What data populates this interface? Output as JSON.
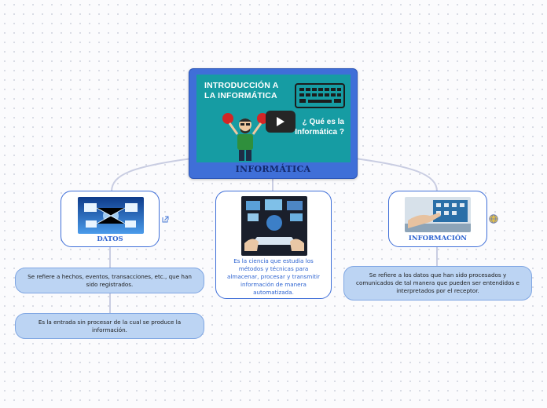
{
  "root": {
    "label": "INFORMÁTICA",
    "video": {
      "title": "INTRODUCCIÓN A\nLA INFORMÁTICA",
      "question": "¿ Qué es la\nInformática ?"
    }
  },
  "nodes": {
    "datos": {
      "label": "DATOS"
    },
    "center": {
      "text": "Es la ciencia que estudia los métodos y técnicas para almacenar, procesar y transmitir información de manera automatizada."
    },
    "informacion": {
      "label": "INFORMACIÓN"
    }
  },
  "leaves": {
    "datos_1": "Se refiere a hechos, eventos, transacciones, etc., que han sido registrados.",
    "datos_2": "Es la entrada sin procesar de la cual se produce la información.",
    "informacion_1": "Se refiere a los datos que han sido procesados y comunicados de tal manera que pueden ser entendidos e interpretados por el receptor."
  },
  "colors": {
    "root_fill": "#3f6fd8",
    "node_border": "#3f6fd8",
    "leaf_fill": "#bcd4f3",
    "label_text": "#2d63d0",
    "connector": "#c9cde2"
  }
}
